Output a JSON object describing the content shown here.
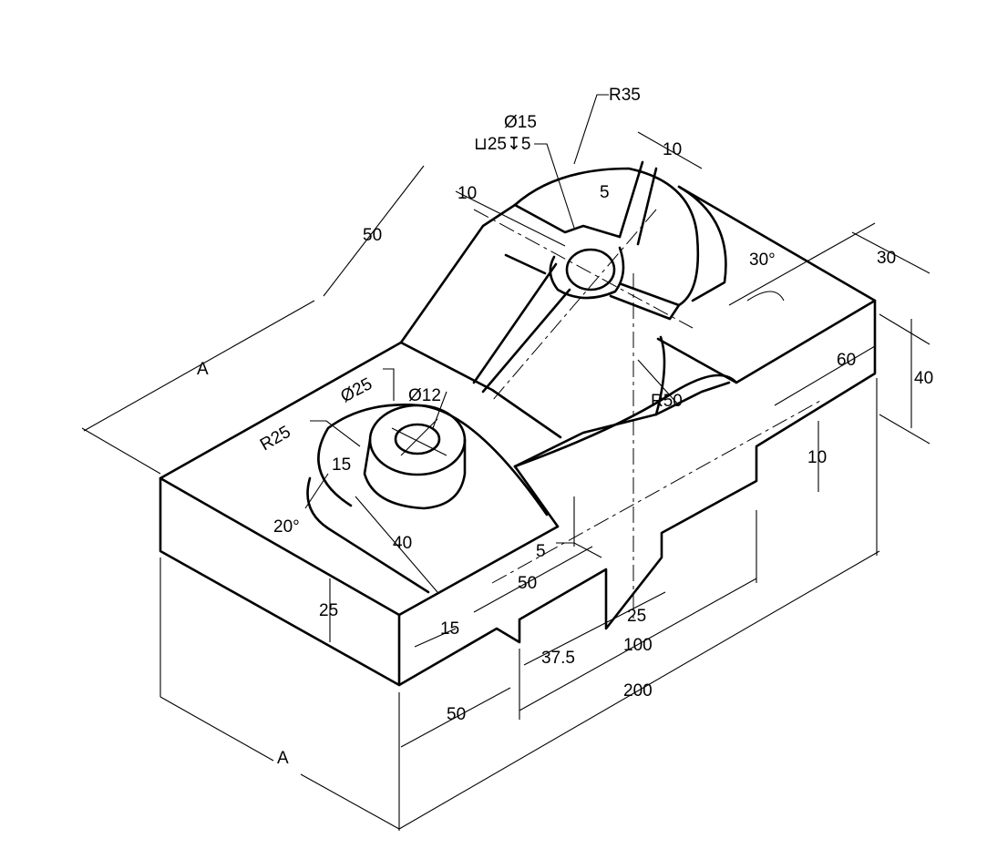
{
  "title": "Isometric drawing with dimensions",
  "colors": {
    "line": "#000000",
    "background": "#ffffff"
  },
  "dimensions": {
    "r35": "R35",
    "hole_dia": "Ø15",
    "counterbore": "⊔25↧5",
    "slot_width_left": "10",
    "slot_width_right": "10",
    "slot_depth": "5",
    "depth_50": "50",
    "angle_30": "30°",
    "width_30": "30",
    "len_60": "60",
    "height_40": "40",
    "r50": "R50",
    "section_top": "A",
    "boss_dia": "Ø25",
    "hole_dia_small": "Ø12",
    "r25": "R25",
    "boss_15": "15",
    "step_10": "10",
    "angle_20": "20°",
    "len_40": "40",
    "offset_5": "5",
    "len_50_mid": "50",
    "height_25": "25",
    "len_15": "15",
    "slot_25": "25",
    "len_100": "100",
    "len_37_5": "37.5",
    "total_200": "200",
    "len_50_bottom": "50",
    "section_bottom": "A"
  }
}
